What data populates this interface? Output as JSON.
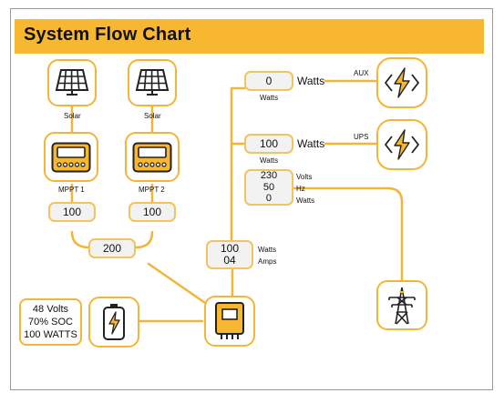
{
  "title": "System Flow Chart",
  "colors": {
    "accent": "#F7B731",
    "border": "#F2B53A",
    "box_fill": "#f2f2f2"
  },
  "solar": [
    {
      "label": "Solar",
      "icon": "solar-panel-icon"
    },
    {
      "label": "Solar",
      "icon": "solar-panel-icon"
    }
  ],
  "mppt": [
    {
      "label": "MPPT 1",
      "value": "100",
      "icon": "charge-controller-icon"
    },
    {
      "label": "MPPT 2",
      "value": "100",
      "icon": "charge-controller-icon"
    }
  ],
  "combined_value": "200",
  "inverter": {
    "watts": "100",
    "watts_unit": "Watts",
    "amps": "04",
    "amps_unit": "Amps",
    "icon": "inverter-icon"
  },
  "battery": {
    "volts": "48 Volts",
    "soc": "70% SOC",
    "watts": "100 WATTS",
    "icon": "battery-icon"
  },
  "aux": {
    "value": "0",
    "unit_inline": "Watts",
    "unit_small": "Watts",
    "label": "AUX",
    "icon": "power-bolt-icon"
  },
  "ups": {
    "value": "100",
    "unit_inline": "Watts",
    "unit_small": "Watts",
    "label": "UPS",
    "icon": "power-bolt-icon"
  },
  "grid": {
    "volts": "230",
    "volts_unit": "Volts",
    "hz": "50",
    "hz_unit": "Hz",
    "watts": "0",
    "watts_unit": "Watts",
    "icon": "transmission-tower-icon"
  }
}
